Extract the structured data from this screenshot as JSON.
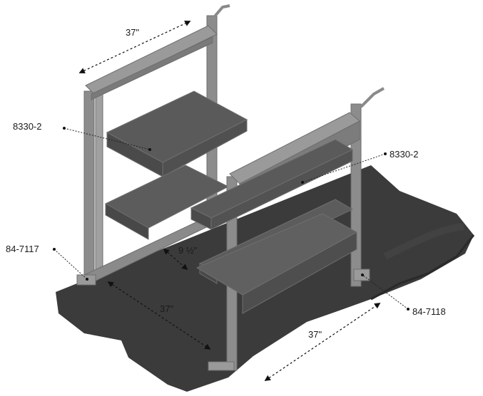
{
  "callouts": {
    "shelf_left": "8330-2",
    "shelf_right": "8330-2",
    "foot_left": "84-7117",
    "foot_right": "84-7118"
  },
  "dimensions": {
    "top_width": "37\"",
    "front_width": "37\"",
    "bottom_width": "37\"",
    "shelf_gap": "9 ½\""
  }
}
